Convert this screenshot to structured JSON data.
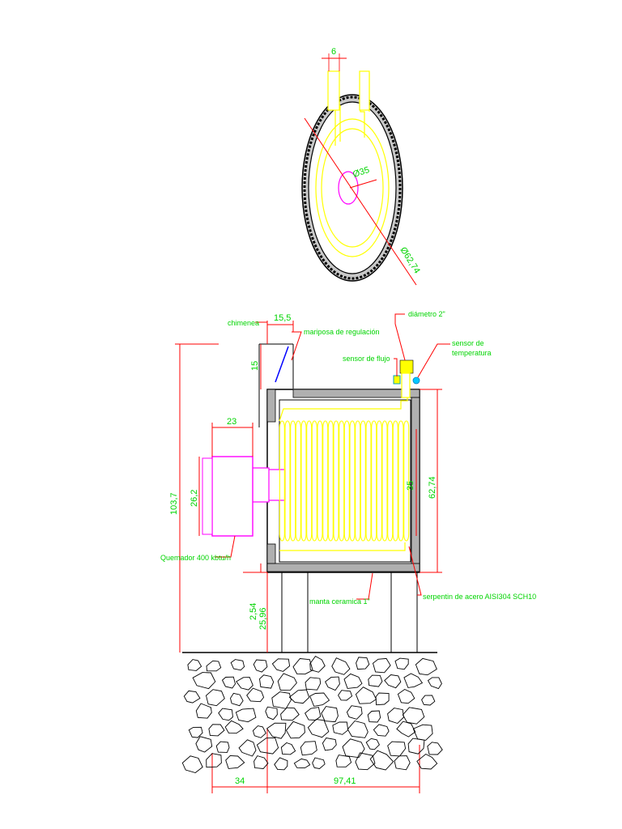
{
  "top_view": {
    "dim_pipe_spacing": "6",
    "dim_inner_diameter": "Ø35",
    "dim_outer_diameter": "Ø62,74"
  },
  "side_view": {
    "label_chimney": "chimenea",
    "label_butterfly": "mariposa de regulación",
    "label_diameter": "diámetro 2\"",
    "label_flow_sensor": "sensor de flujo",
    "label_temp_sensor_line1": "sensor de",
    "label_temp_sensor_line2": "temperatura",
    "label_burner": "Quemador 400 kbtu/h",
    "label_ceramic": "manta ceramica 1\"",
    "label_coil": "serpentin de acero AISI304 SCH10",
    "dim_chimney_width": "15,5",
    "dim_chimney_height": "15",
    "dim_burner_width": "23",
    "dim_burner_height": "26,2",
    "dim_total_height": "103,7",
    "dim_coil_height": "35",
    "dim_body_height": "62,74",
    "dim_insulation": "2,54",
    "dim_leg_height": "25,96",
    "dim_burner_offset": "34",
    "dim_body_length": "97,41"
  },
  "colors": {
    "dimension_text": "#00d400",
    "leader_line": "#ff0000",
    "coil": "#ffff00",
    "burner": "#ff00ff",
    "outline": "#000000"
  }
}
